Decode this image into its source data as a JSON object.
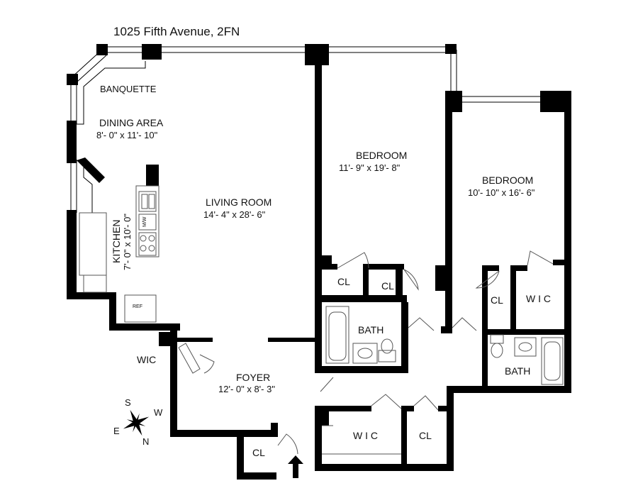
{
  "title": "1025 Fifth Avenue, 2FN",
  "colors": {
    "wall": "#000000",
    "fixture": "#555555",
    "background": "#ffffff"
  },
  "rooms": {
    "banquette": {
      "name": "BANQUETTE"
    },
    "dining": {
      "name": "DINING AREA",
      "dims": "8'- 0\" x 11'- 10\""
    },
    "living": {
      "name": "LIVING ROOM",
      "dims": "14'- 4\" x 28'- 6\""
    },
    "kitchen": {
      "name": "KITCHEN",
      "dims": "7'- 0\" x 10'- 0\""
    },
    "bedroom1": {
      "name": "BEDROOM",
      "dims": "11'- 9\" x 19'- 8\""
    },
    "bedroom2": {
      "name": "BEDROOM",
      "dims": "10'- 10\" x 16'- 6\""
    },
    "foyer": {
      "name": "FOYER",
      "dims": "12'- 0\" x 8'- 3\""
    },
    "bath1": {
      "name": "BATH"
    },
    "bath2": {
      "name": "BATH"
    },
    "closets": {
      "cl_bed1_left": "CL",
      "cl_bed1_right": "CL",
      "cl_bed2": "CL",
      "cl_foyer_bottom": "CL",
      "cl_entry": "CL"
    },
    "walkins": {
      "wic_living": "WIC",
      "wic_bed2": "W I C",
      "wic_bottom": "W I C"
    }
  },
  "appliances": {
    "ref": "REF",
    "microwave": "M/W"
  },
  "compass": {
    "s": "S",
    "w": "W",
    "e": "E",
    "n": "N"
  },
  "icons": {
    "entry": "entry-arrow-icon",
    "compass": "compass-rose-icon"
  }
}
